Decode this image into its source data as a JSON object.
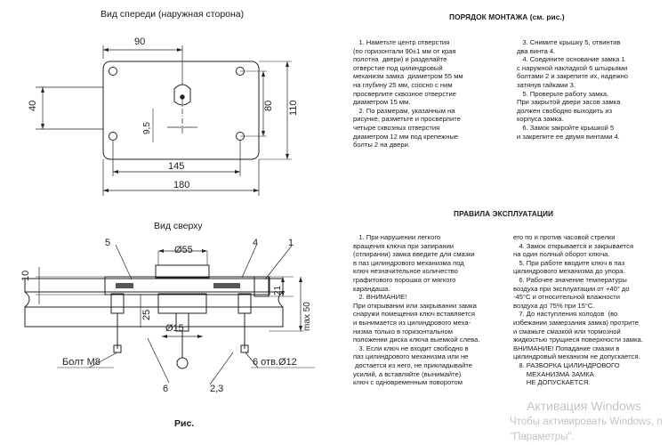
{
  "drawing": {
    "front_view_title": "Вид спереди (наружная сторона)",
    "top_view_title": "Вид сверху",
    "figure_caption": "Рис.",
    "dims_front": {
      "d90": "90",
      "d40": "40",
      "d80": "80",
      "d110": "110",
      "d9_5": "9,5",
      "d145": "145",
      "d180": "180"
    },
    "dims_top": {
      "n5": "5",
      "n4": "4",
      "n1": "1",
      "n6": "6",
      "n23": "2,3",
      "d55": "Ø55",
      "d10": "10",
      "d25": "25",
      "d15": "Ø15",
      "d21": "21",
      "max50": "max 50",
      "bolt": "Болт М8",
      "holes": "6 отв.Ø12"
    }
  },
  "installation": {
    "title": "ПОРЯДОК МОНТАЖА (см. рис.)",
    "left_col": "   1. Наметьте центр отверстия\n(по горизонтали 90±1 мм от края\nполотна  двери) и разделайте\nотверстие под цилиндровый\nмеханизм замка  диаметром 55 мм\nна глубину 25 мм, соосно с ним\nпросверлите сквозное отверстие\nдиаметром 15 мм.\n   2. По размерам, указанным на\nрисунке, разметьте и просверлите\nчетыре сквозных отверстия\nдиаметром 12 мм под крепежные\nболты 2 на двери.",
    "right_col": "   3. Снимите крышку 5, отвинтив\nдва винта 4.\n   4. Соедините основание замка 1\nс наружной накладкой 6 штырьями\nболтами 2 и закрепите их, надежно\nзатянув гайками 3.\n   5. Проверьте работу замка.\nПри закрытой двери засов замка\nдолжен свободно выходить из\nкорпуса замка.\n   6. Замок закройте крышкой 5\nи закрепите ее двумя винтами 4."
  },
  "operation": {
    "title": "ПРАВИЛА ЭКСПЛУАТАЦИИ",
    "left_col": "   1. При нарушении легкого\nвращения ключа при запирании\n(отпирании) замка введите для смазки\nв паз цилиндрового механизма под\nключ незначительное количество\nграфитового порошка от мягкого\nкарандаша.\n   2. ВНИМАНИЕ!\nПри открывании или закрывании замка\nснаружи помещения ключ вставляется\nи вынимается из цилиндрового меха-\nнизма только в горизонтальном\nположении диска ключа выемкой слева.\n   3. Если ключ не входит свободно в\nпаз цилиндрового механизма или не\n достается из него, не прикладывайте\nусилий, а вставляйте (вынимайте)\nключ с одновременным поворотом",
    "right_col": "его по и против часовой стрелки\n   4. Замок открывается и закрывается\nна один полный оборот ключа.\n   5. При работе вводите ключ в паз\nцилиндрового механизма до упора.\n   6. Рабочее значение температуры\nвоздуха при эксплуатации от +40° до\n-45°С и относительной влажности\nвоздуха до 75% при 15°С.\n   7. До наступления холодов  (во\nизбежании замерзания замка) протрите\nи смажьте смазкой или тормозной\nжидкостью трущиеся поверхности замка.\nВНИМАНИЕ! Попадание смазки в\nцилиндровый механизм не допускается.\n   8. РАЗБОРКА ЦИЛИНДРОВОГО\n       МЕХАНИЗМА ЗАМКА\n       НЕ ДОПУСКАЕТСЯ."
  },
  "watermark": {
    "line1": "Активация Windows",
    "line2": "Чтобы активировать Windows, п",
    "line3": "\"Параметры\"."
  }
}
